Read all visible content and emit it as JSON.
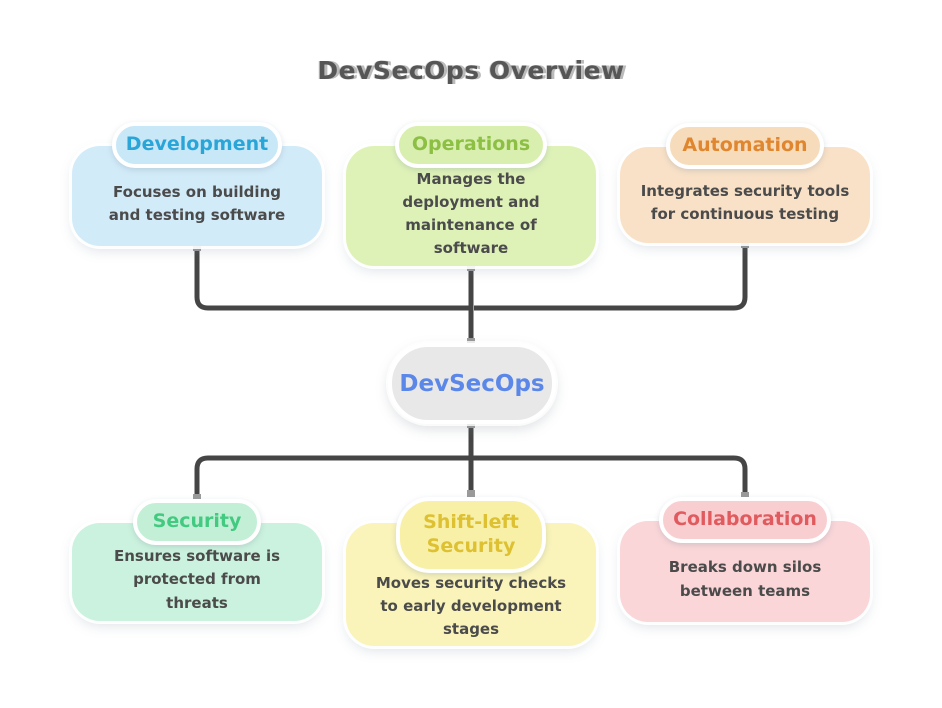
{
  "title": {
    "text": "DevSecOps Overview",
    "color": "#565656"
  },
  "center_node": {
    "label": "DevSecOps",
    "text_color": "#5b87e8",
    "bg_color": "#e8e8e8"
  },
  "top_nodes": [
    {
      "id": "development",
      "label": "Development",
      "description": "Focuses on building and testing software",
      "accent_color": "#2aa5d8",
      "body_bg": "#d2ebf9",
      "pill_bg": "#c8e7f7"
    },
    {
      "id": "operations",
      "label": "Operations",
      "description": "Manages the deployment and maintenance of software",
      "accent_color": "#8cbf44",
      "body_bg": "#def2b8",
      "pill_bg": "#d9efb0"
    },
    {
      "id": "automation",
      "label": "Automation",
      "description": "Integrates security tools for continuous testing",
      "accent_color": "#e0862f",
      "body_bg": "#f9e1c7",
      "pill_bg": "#f7dcbc"
    }
  ],
  "bottom_nodes": [
    {
      "id": "security",
      "label": "Security",
      "description": "Ensures software is protected from threats",
      "accent_color": "#43ca81",
      "body_bg": "#cbf2de",
      "pill_bg": "#c3efd7"
    },
    {
      "id": "shift-left-security",
      "label": "Shift-left Security",
      "description": "Moves security checks to early development stages",
      "accent_color": "#ddc132",
      "body_bg": "#faf4ba",
      "pill_bg": "#f8f0a6"
    },
    {
      "id": "collaboration",
      "label": "Collaboration",
      "description": "Breaks down silos between teams",
      "accent_color": "#e05a5e",
      "body_bg": "#fad6d8",
      "pill_bg": "#f9ced1"
    }
  ],
  "connectors": {
    "color": "#454545",
    "endpoint_color": "#9a9a9a"
  }
}
